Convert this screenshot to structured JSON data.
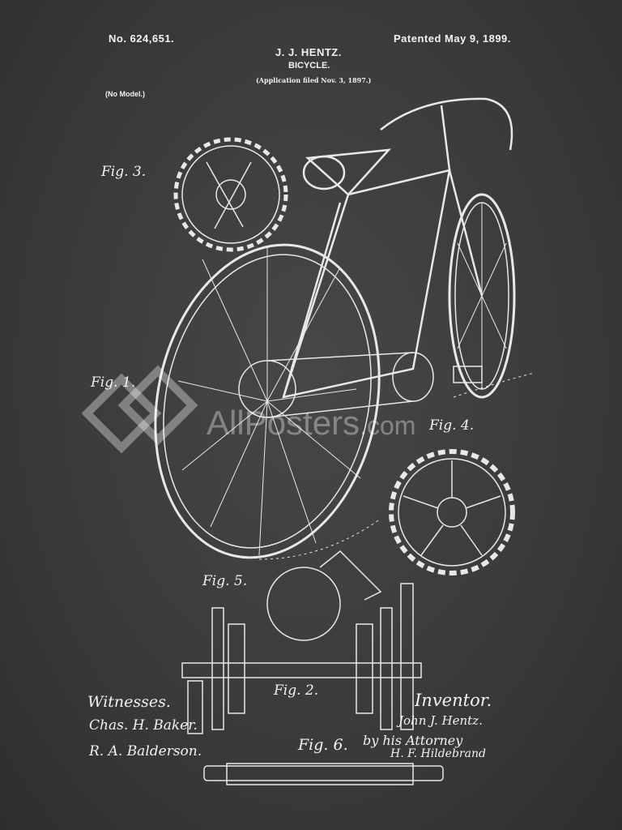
{
  "header": {
    "patent_number": "No. 624,651.",
    "patent_date": "Patented May 9, 1899.",
    "inventor_name": "J. J. HENTZ.",
    "title": "BICYCLE.",
    "application": "(Application filed Nov. 3, 1897.)",
    "model_note": "(No Model.)"
  },
  "figures": {
    "fig1": "Fig. 1.",
    "fig2": "Fig. 2.",
    "fig3": "Fig. 3.",
    "fig4": "Fig. 4.",
    "fig5": "Fig. 5.",
    "fig6": "Fig. 6."
  },
  "footer": {
    "witnesses_label": "Witnesses.",
    "witness_1": "Chas. H. Baker.",
    "witness_2": "R. A. Balderson.",
    "inventor_label": "Inventor.",
    "inventor_signature": "John J. Hentz.",
    "attorney_label": "by his Attorney",
    "attorney_signature": "H. F. Hildebrand"
  },
  "watermark": {
    "brand": "AllPosters",
    "suffix": ".com"
  }
}
